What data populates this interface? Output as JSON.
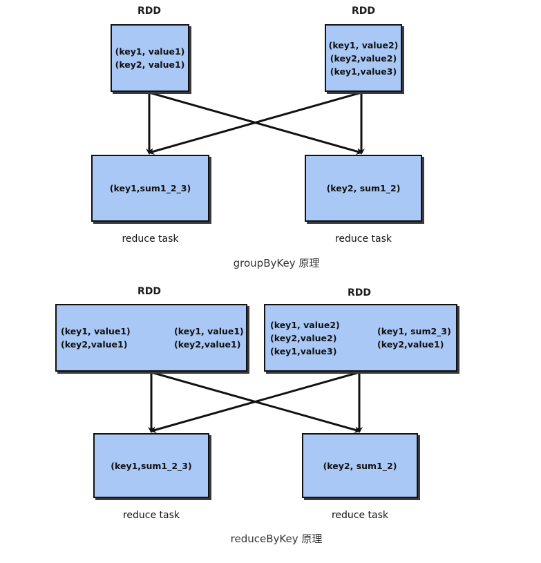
{
  "group": {
    "left_rdd_label": "RDD",
    "right_rdd_label": "RDD",
    "left_rdd_lines": [
      "(key1, value1)",
      "(key2, value1)"
    ],
    "right_rdd_lines": [
      "(key1, value2)",
      "(key2,value2)",
      "(key1,value3)"
    ],
    "left_reduce": "(key1,sum1_2_3)",
    "right_reduce": "(key2, sum1_2)",
    "left_task": "reduce task",
    "right_task": "reduce task",
    "caption": "groupByKey 原理"
  },
  "reduce": {
    "left_rdd_label": "RDD",
    "right_rdd_label": "RDD",
    "left_in": [
      "(key1, value1)",
      "(key2,value1)"
    ],
    "left_out": [
      "(key1, value1)",
      "(key2,value1)"
    ],
    "right_in": [
      "(key1, value2)",
      "(key2,value2)",
      "(key1,value3)"
    ],
    "right_out": [
      "(key1, sum2_3)",
      "(key2,value1)"
    ],
    "left_reduce": "(key1,sum1_2_3)",
    "right_reduce": "(key2, sum1_2)",
    "left_task": "reduce task",
    "right_task": "reduce task",
    "caption": "reduceByKey 原理"
  }
}
